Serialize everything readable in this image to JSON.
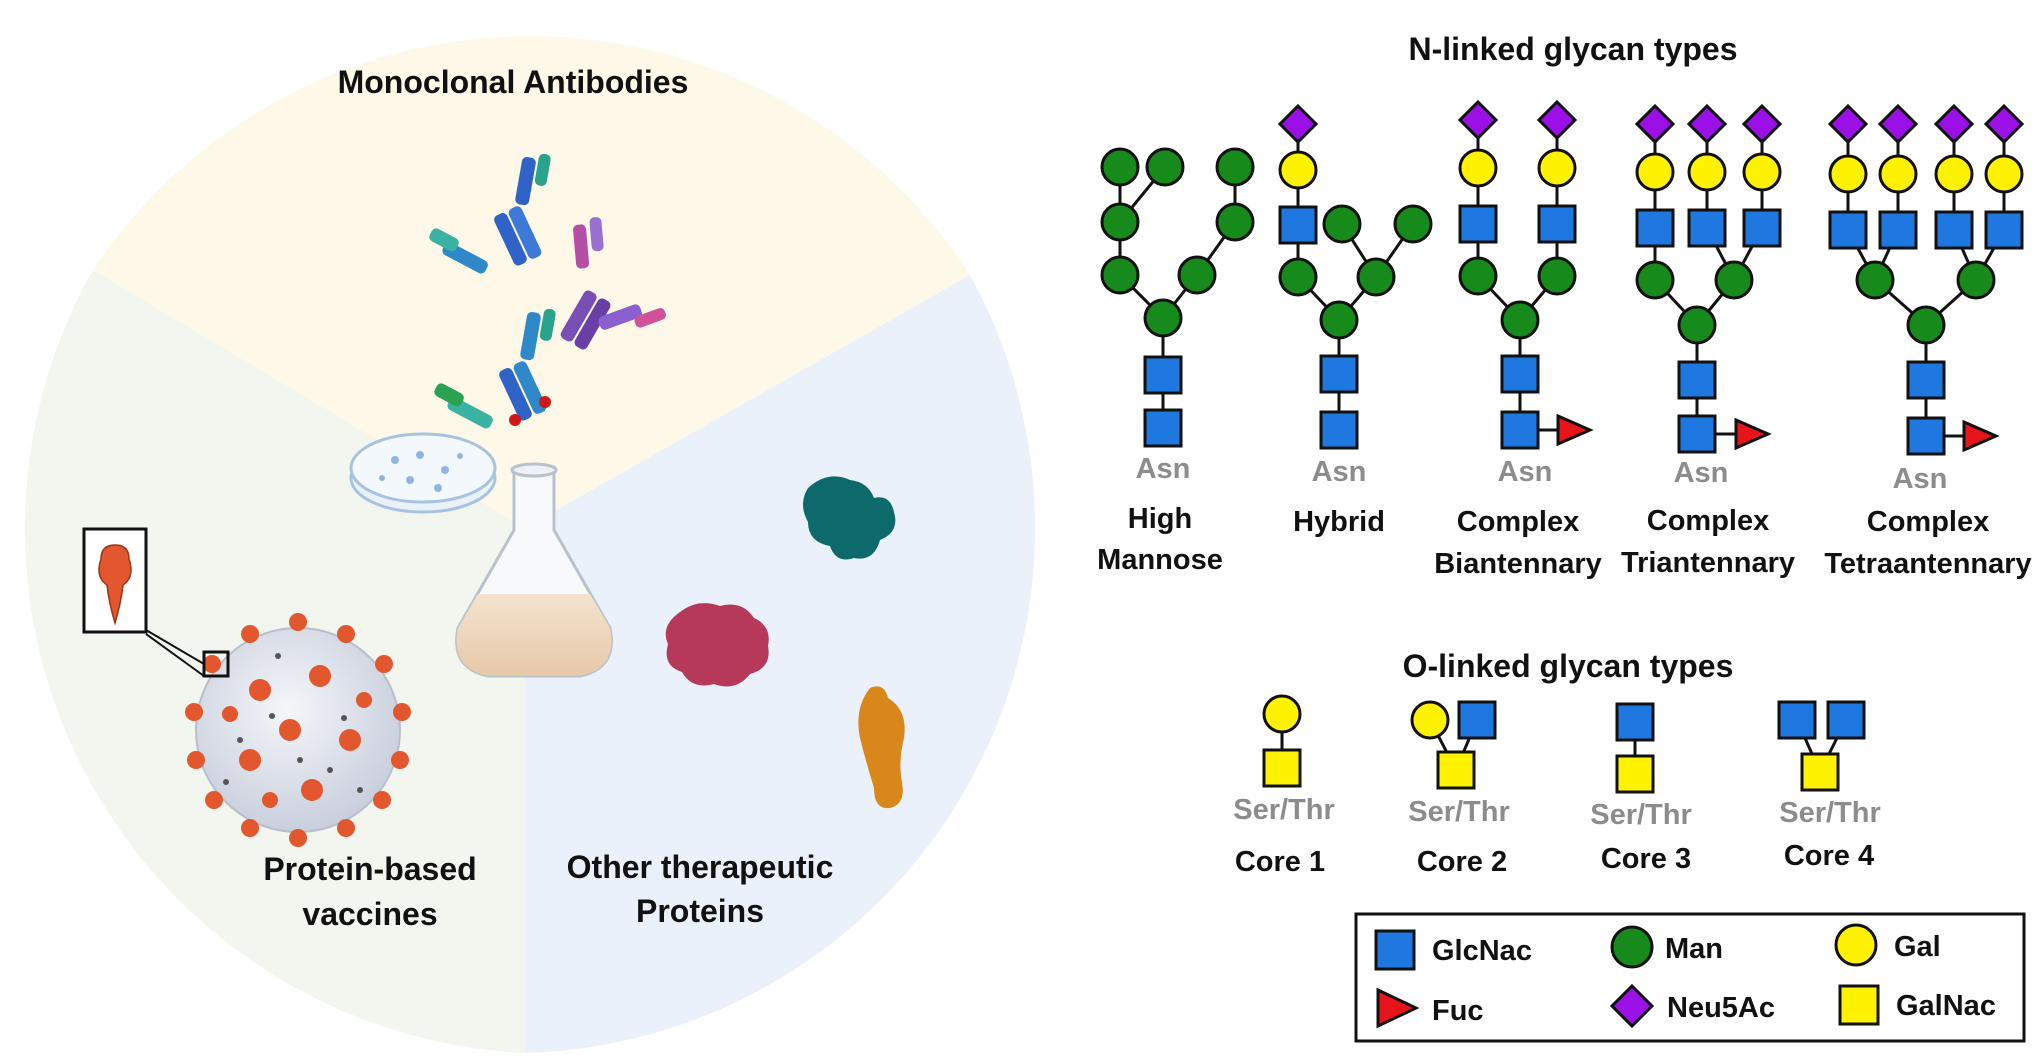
{
  "sectors": {
    "antibodies": "Monoclonal Antibodies",
    "vaccines_line1": "Protein-based",
    "vaccines_line2": "vaccines",
    "other_line1": "Other therapeutic",
    "other_line2": "Proteins"
  },
  "n_linked": {
    "title": "N-linked glycan types",
    "site": "Asn",
    "types": [
      {
        "line1": "High",
        "line2": "Mannose"
      },
      {
        "line1": "Hybrid",
        "line2": ""
      },
      {
        "line1": "Complex",
        "line2": "Biantennary"
      },
      {
        "line1": "Complex",
        "line2": "Triantennary"
      },
      {
        "line1": "Complex",
        "line2": "Tetraantennary"
      }
    ]
  },
  "o_linked": {
    "title": "O-linked glycan types",
    "site": "Ser/Thr",
    "cores": [
      "Core 1",
      "Core 2",
      "Core 3",
      "Core 4"
    ]
  },
  "legend": [
    {
      "label": "GlcNac",
      "shape": "square",
      "color": "#1f77e0"
    },
    {
      "label": "Man",
      "shape": "circle",
      "color": "#168a1a"
    },
    {
      "label": "Gal",
      "shape": "circle",
      "color": "#fff200"
    },
    {
      "label": "Fuc",
      "shape": "triangle",
      "color": "#e8141b"
    },
    {
      "label": "Neu5Ac",
      "shape": "diamond",
      "color": "#9b10e6"
    },
    {
      "label": "GalNac",
      "shape": "square",
      "color": "#fff200"
    }
  ],
  "colors": {
    "glcnac": "#1f77e0",
    "man": "#168a1a",
    "gal": "#fff200",
    "fuc": "#e8141b",
    "neu5ac": "#9b10e6",
    "galnac": "#fff200",
    "sector_antibodies": "#fdf8e8",
    "sector_vaccines": "#f3f6ee",
    "sector_other": "#eaf1fb"
  }
}
